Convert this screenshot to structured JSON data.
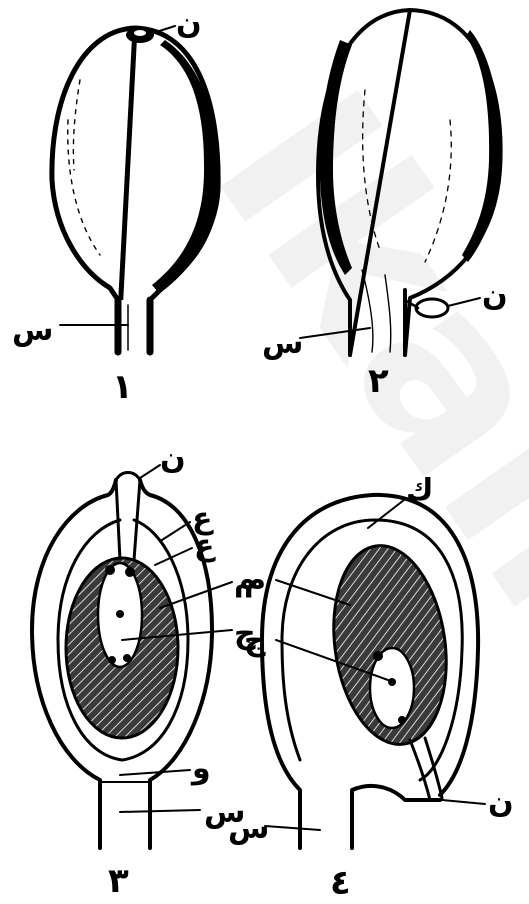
{
  "figure": {
    "watermark": "Ikam",
    "panels": [
      {
        "number": "١",
        "labels": {
          "micropyle": "ن",
          "stalk": "س"
        }
      },
      {
        "number": "٢",
        "labels": {
          "micropyle": "ن",
          "stalk": "س"
        }
      },
      {
        "number": "٣",
        "labels": {
          "micropyle": "ن",
          "outer_integument": "ع",
          "inner_integument": "ع",
          "nucellus": "م",
          "embryo_sac": "ج",
          "chalaza": "و",
          "stalk": "س"
        }
      },
      {
        "number": "٤",
        "labels": {
          "raphe": "ك",
          "nucellus": "م",
          "embryo_sac": "ج",
          "stalk": "س",
          "micropyle": "ن"
        }
      }
    ]
  }
}
